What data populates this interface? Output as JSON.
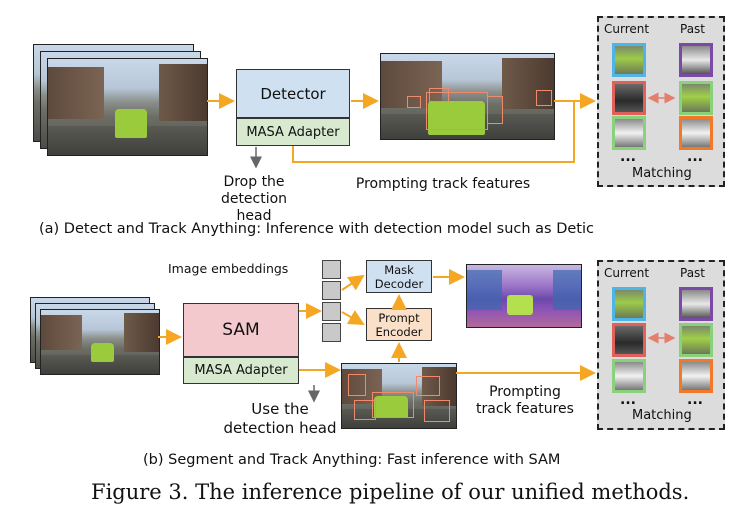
{
  "top": {
    "detector_label": "Detector",
    "adapter_label": "MASA Adapter",
    "drop_head_label": "Drop the detection head",
    "prompting_label": "Prompting track features",
    "caption": "(a) Detect and Track Anything: Inference with detection model such as Detic"
  },
  "bottom": {
    "image_embeddings_label": "Image embeddings",
    "sam_label": "SAM",
    "adapter_label": "MASA Adapter",
    "mask_decoder_label": "Mask Decoder",
    "prompt_encoder_label": "Prompt Encoder",
    "use_head_label": "Use the detection head",
    "prompting_label": "Prompting track features",
    "caption": "(b) Segment and Track Anything: Fast inference with SAM"
  },
  "matching_panel_top": {
    "current_label": "Current",
    "past_label": "Past",
    "matching_label": "Matching",
    "dots": "..."
  },
  "matching_panel_bottom": {
    "current_label": "Current",
    "past_label": "Past",
    "matching_label": "Matching",
    "dots": "..."
  },
  "figure_caption": "Figure 3. The inference pipeline of our unified methods.",
  "colors": {
    "arrow": "#f5a623",
    "match_line": "#e47f6b",
    "detector_fill": "#cfe0f1",
    "adapter_fill": "#d7ead0",
    "sam_fill": "#f4c9cd",
    "prompt_encoder_fill": "#fae0c8",
    "thumb_blue": "#4fb4e6",
    "thumb_red": "#e0605a",
    "thumb_green": "#8bd07a",
    "thumb_purple": "#7a4aa6",
    "thumb_orange": "#f07a2a"
  }
}
